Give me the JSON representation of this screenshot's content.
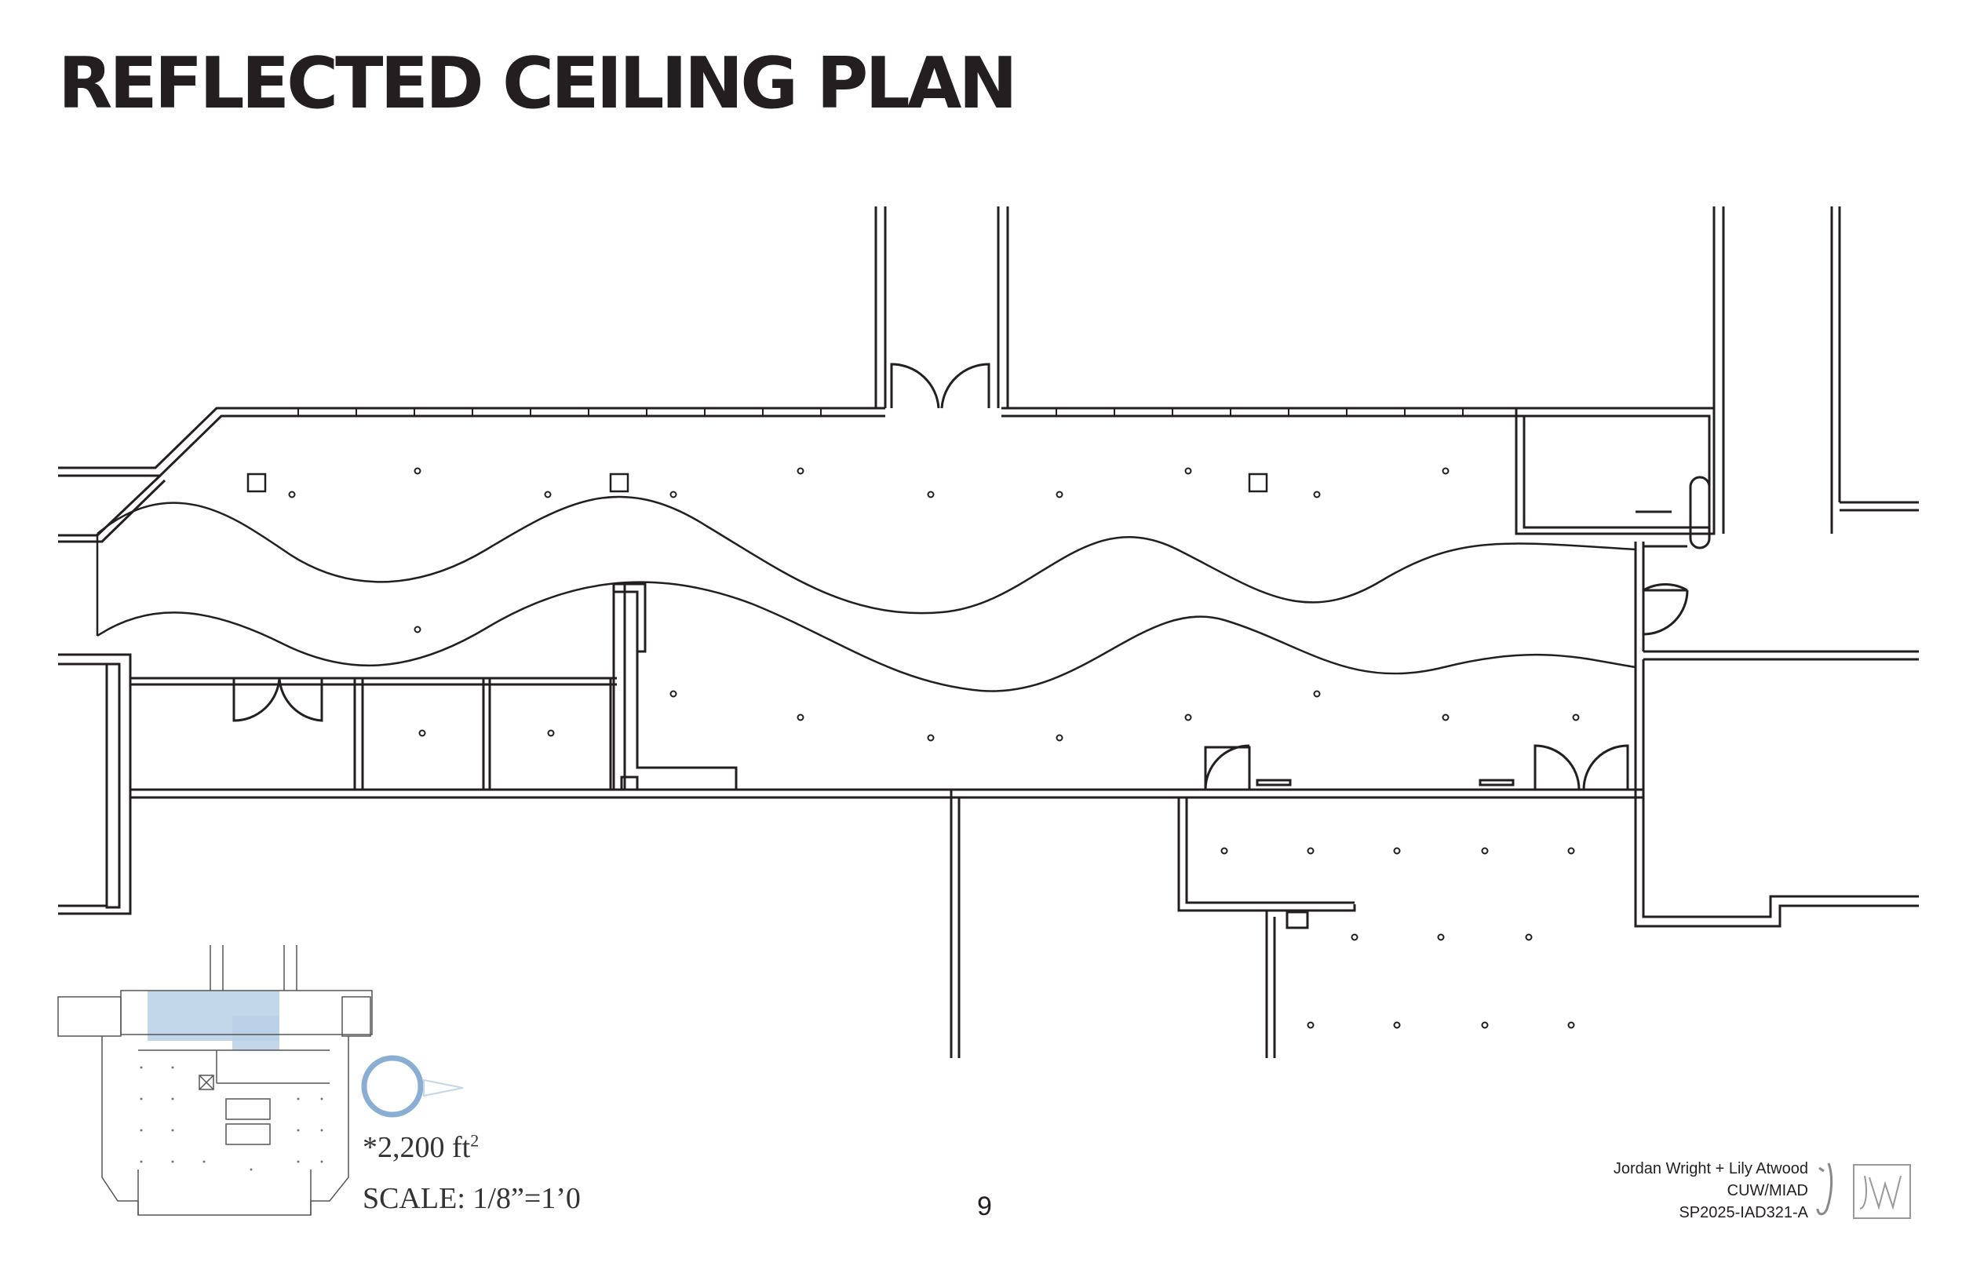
{
  "header": {
    "title": "REFLECTED CEILING PLAN"
  },
  "key_plan": {
    "area": "*2,200 ft",
    "area_unit_superscript": "2",
    "scale": "SCALE: 1/8”=1’0"
  },
  "footer": {
    "page_number": "9",
    "authors": "Jordan Wright + Lily Atwood",
    "institution": "CUW/MIAD",
    "course": "SP2025-IAD321-A"
  },
  "colors": {
    "line": "#231f20",
    "highlight": "#b9d0e6",
    "view_marker": "#8aaed3"
  },
  "icons": {
    "view_marker": "circle-view-icon",
    "logo": "jw-monogram-icon"
  }
}
